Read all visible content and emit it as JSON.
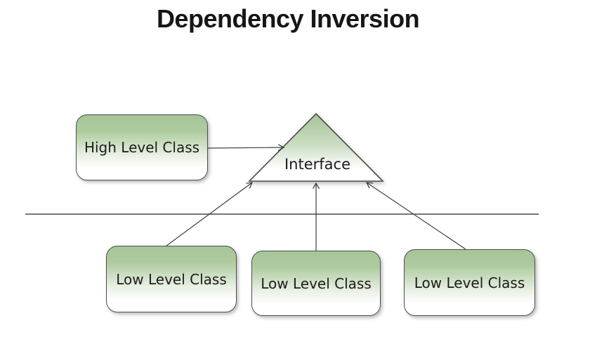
{
  "title": "Dependency Inversion",
  "diagram": {
    "high_level_class": {
      "label": "High Level Class"
    },
    "interface": {
      "label": "Interface"
    },
    "low_level_classes": [
      {
        "label": "Low Level Class"
      },
      {
        "label": "Low Level Class"
      },
      {
        "label": "Low Level Class"
      }
    ],
    "colors": {
      "node_green_top": "#a5c597",
      "node_fade_bottom": "#ffffff",
      "node_border": "#4d4d4d",
      "line": "#3f3f3f",
      "divider": "#4a4a4a",
      "title_text": "#161616",
      "background": "#ffffff"
    }
  }
}
